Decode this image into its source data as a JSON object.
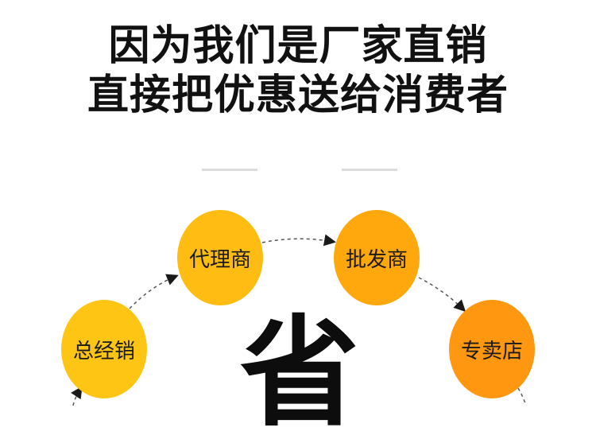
{
  "headline": {
    "line1": "因为我们是厂家直销",
    "line2": "直接把优惠送给消费者"
  },
  "flow": {
    "nodes": [
      {
        "label": "总经销",
        "color": "#FFC515"
      },
      {
        "label": "代理商",
        "color": "#FFBC12"
      },
      {
        "label": "批发商",
        "color": "#FFA80E"
      },
      {
        "label": "专卖店",
        "color": "#FF9810"
      }
    ]
  },
  "center_char": "省"
}
